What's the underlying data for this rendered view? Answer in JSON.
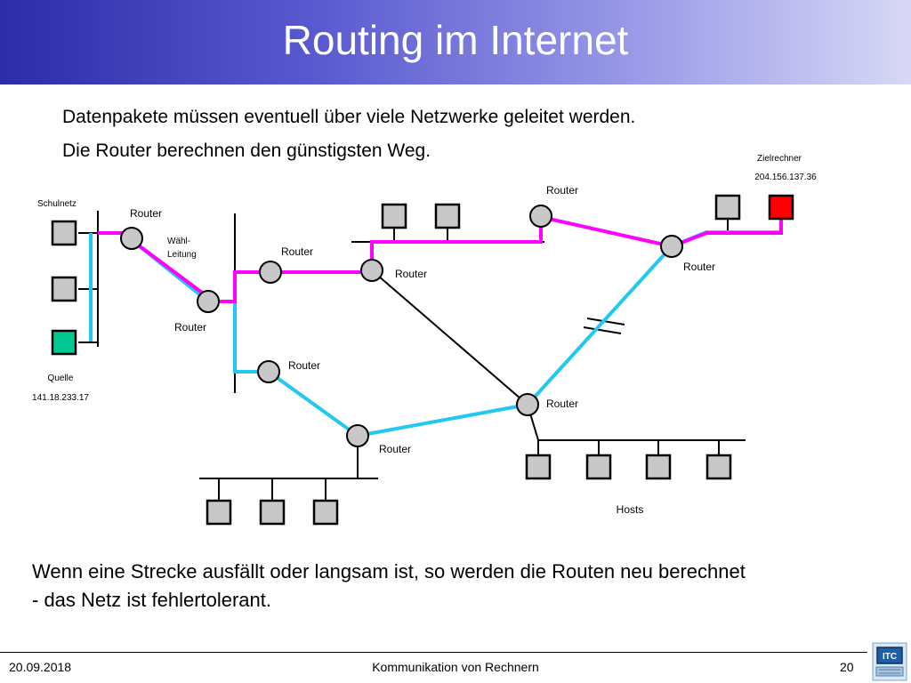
{
  "slide": {
    "title": "Routing im Internet",
    "bullets": [
      "Datenpakete müssen eventuell über viele Netzwerke geleitet werden.",
      "Die Router berechnen den günstigsten Weg."
    ],
    "bottom_text_line1": "Wenn eine Strecke ausfällt oder langsam ist, so werden die Routen neu berechnet",
    "bottom_text_line2": "- das Netz ist fehlertolerant."
  },
  "diagram": {
    "router_label": "Router",
    "labels": {
      "schulnetz": "Schulnetz",
      "waehl_line1": "Wähl-",
      "waehl_line2": "Leitung",
      "quelle": "Quelle",
      "quelle_ip": "141.18.233.17",
      "zielrechner": "Zielrechner",
      "ziel_ip": "204.156.137.36",
      "hosts": "Hosts"
    },
    "colors": {
      "route": "#ff00ff",
      "link": "#22c8f0",
      "router_fill": "#c8c8c8",
      "host_fill": "#c8c8c8",
      "source": "#00c890",
      "target": "#ff0000"
    }
  },
  "footer": {
    "date": "20.09.2018",
    "center": "Kommunikation von Rechnern",
    "page": "20",
    "logo_text": "ITC"
  }
}
